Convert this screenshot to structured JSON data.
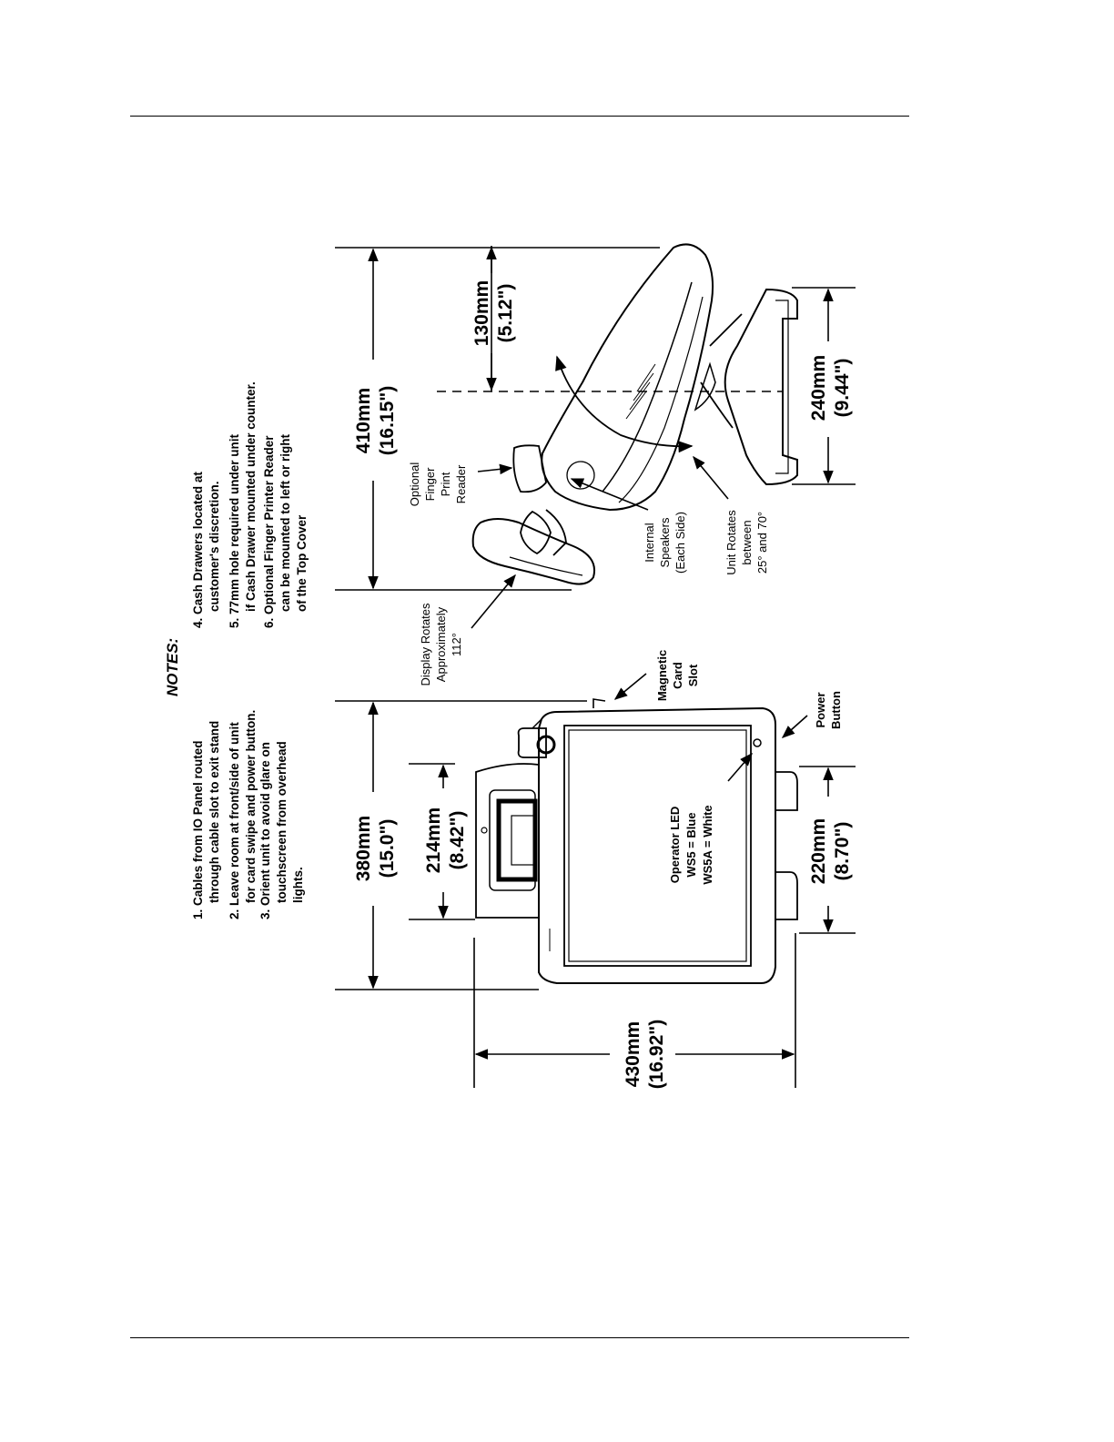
{
  "notes": {
    "heading": "NOTES:",
    "items": [
      [
        "1. Cables from IO Panel routed",
        "through cable slot to exit stand"
      ],
      [
        "2. Leave room at front/side of unit",
        "for card swipe and power button."
      ],
      [
        "3. Orient unit to avoid glare on",
        "touchscreen from overhead",
        "lights."
      ],
      [
        "4. Cash Drawers located at",
        "customer's discretion."
      ],
      [
        "5. 77mm hole required under unit",
        "if Cash Drawer mounted under counter."
      ],
      [
        "6. Optional Finger Printer Reader",
        "can be mounted to left or right",
        "of the Top Cover"
      ]
    ]
  },
  "dimensions": {
    "depth_430": [
      "430mm",
      "(16.92\")"
    ],
    "height_380": [
      "380mm",
      "(15.0\")"
    ],
    "base_214": [
      "214mm",
      "(8.42\")"
    ],
    "base_220": [
      "220mm",
      "(8.70\")"
    ],
    "height_410": [
      "410mm",
      "(16.15\")"
    ],
    "offset_130": [
      "130mm",
      "(5.12\")"
    ],
    "base_240": [
      "240mm",
      "(9.44\")"
    ]
  },
  "callouts": {
    "magnetic_card_slot": [
      "Magnetic",
      "Card",
      "Slot"
    ],
    "power_button": [
      "Power",
      "Button"
    ],
    "operator_led": [
      "Operator LED",
      "WS5 = Blue",
      "WS5A = White"
    ],
    "display_rotates": [
      "Display Rotates",
      "Approximately",
      "112°"
    ],
    "finger_print_reader": [
      "Optional",
      "Finger",
      "Print",
      "Reader"
    ],
    "internal_speakers": [
      "Internal",
      "Speakers",
      "(Each Side)"
    ],
    "unit_rotates": [
      "Unit Rotates",
      "between",
      "25° and 70°"
    ]
  }
}
